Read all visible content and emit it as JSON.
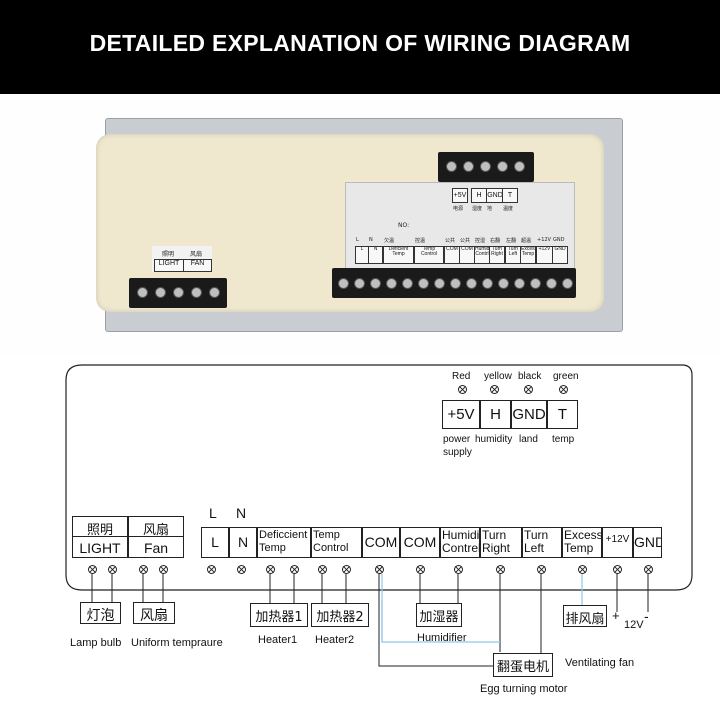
{
  "header": {
    "title": "DETAILED EXPLANATION OF WIRING DIAGRAM"
  },
  "photo": {
    "left_sticker": {
      "top": [
        "照明",
        "风扇"
      ],
      "bottom": [
        "LIGHT",
        "FAN"
      ]
    },
    "sensor_sticker": {
      "labels": [
        "+5V",
        "H",
        "GND",
        "T"
      ],
      "cn": [
        "电源",
        "湿度",
        "地",
        "温度"
      ]
    },
    "main_sticker": {
      "no_label": "NO:",
      "cn_row": [
        "L",
        "N",
        "欠温",
        "控温",
        "公共",
        "公共",
        "控湿",
        "右翻",
        "左翻",
        "超温",
        "+12V",
        "GND"
      ],
      "boxes": [
        "L",
        "N",
        "Deficient Temp",
        "Temp Control",
        "COM",
        "COM",
        "Humidity Contrl",
        "Turn Right",
        "Turn Left",
        "Excess Temp",
        "+12V",
        "GND"
      ]
    }
  },
  "sensor": {
    "wire_colors": [
      "Red",
      "yellow",
      "black",
      "green"
    ],
    "pins": [
      "+5V",
      "H",
      "GND",
      "T"
    ],
    "descs": [
      "power\nsupply",
      "humidity",
      "land",
      "temp"
    ]
  },
  "left_group": {
    "top_cn": [
      "照明",
      "风扇"
    ],
    "bottom_en": [
      "LIGHT",
      "Fan"
    ]
  },
  "ln_above": [
    "L",
    "N"
  ],
  "main_cells": [
    "L",
    "N",
    "Deficcient\nTemp",
    "Temp\nControl",
    "COM",
    "COM",
    "Humidity\nContrel",
    "Turn\nRight",
    "Turn\nLeft",
    "Excess\nTemp",
    "+12V",
    "GND"
  ],
  "loads": {
    "lamp_cn": "灯泡",
    "lamp_en": "Lamp bulb",
    "fan_cn": "风扇",
    "fan_en": "Uniform tempraure",
    "heater1_cn": "加热器1",
    "heater1_en": "Heater1",
    "heater2_cn": "加热器2",
    "heater2_en": "Heater2",
    "humid_cn": "加湿器",
    "humid_en": "Humidifier",
    "exfan_cn": "排风扇",
    "exfan_en": "Ventilating fan",
    "motor_cn": "翻蛋电机",
    "motor_en": "Egg turning motor"
  },
  "power": {
    "plus": "+",
    "minus": "-",
    "voltage": "12V"
  },
  "colors": {
    "banner": "#000000",
    "board": "#efe8cf",
    "wire_blue": "#8fc7e8",
    "line": "#222222"
  }
}
